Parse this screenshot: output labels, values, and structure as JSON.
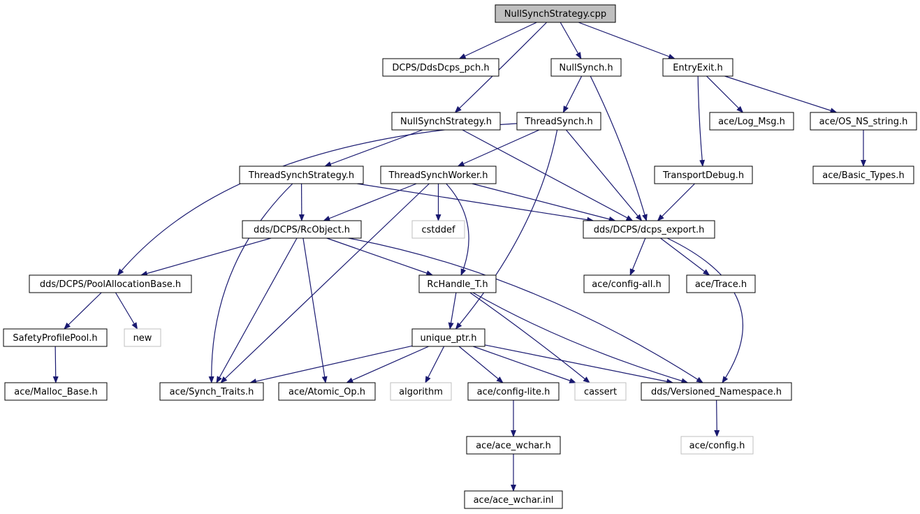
{
  "colors": {
    "edge": "#191970",
    "node_border": "#000000",
    "node_border_external": "#bfbfbf",
    "root_fill": "#bfbfbf",
    "node_fill": "#ffffff",
    "text": "#000000"
  },
  "nodes": [
    {
      "id": "root",
      "label": "NullSynchStrategy.cpp",
      "kind": "root"
    },
    {
      "id": "pch",
      "label": "DCPS/DdsDcps_pch.h",
      "kind": "file"
    },
    {
      "id": "nullsynch",
      "label": "NullSynch.h",
      "kind": "file"
    },
    {
      "id": "entryexit",
      "label": "EntryExit.h",
      "kind": "file"
    },
    {
      "id": "nullsynchstrategy",
      "label": "NullSynchStrategy.h",
      "kind": "file"
    },
    {
      "id": "threadsynch",
      "label": "ThreadSynch.h",
      "kind": "file"
    },
    {
      "id": "logmsg",
      "label": "ace/Log_Msg.h",
      "kind": "file"
    },
    {
      "id": "osnsstring",
      "label": "ace/OS_NS_string.h",
      "kind": "file"
    },
    {
      "id": "threadsynchstrategy",
      "label": "ThreadSynchStrategy.h",
      "kind": "file"
    },
    {
      "id": "threadsynchworker",
      "label": "ThreadSynchWorker.h",
      "kind": "file"
    },
    {
      "id": "transportdebug",
      "label": "TransportDebug.h",
      "kind": "file"
    },
    {
      "id": "basictypes",
      "label": "ace/Basic_Types.h",
      "kind": "file"
    },
    {
      "id": "rcobject",
      "label": "dds/DCPS/RcObject.h",
      "kind": "file"
    },
    {
      "id": "cstddef",
      "label": "cstddef",
      "kind": "external"
    },
    {
      "id": "dcpsexport",
      "label": "dds/DCPS/dcps_export.h",
      "kind": "file"
    },
    {
      "id": "poolalloc",
      "label": "dds/DCPS/PoolAllocationBase.h",
      "kind": "file"
    },
    {
      "id": "rchandle",
      "label": "RcHandle_T.h",
      "kind": "file"
    },
    {
      "id": "configall",
      "label": "ace/config-all.h",
      "kind": "file"
    },
    {
      "id": "trace",
      "label": "ace/Trace.h",
      "kind": "file"
    },
    {
      "id": "safetypool",
      "label": "SafetyProfilePool.h",
      "kind": "file"
    },
    {
      "id": "new",
      "label": "new",
      "kind": "external"
    },
    {
      "id": "uniqueptr",
      "label": "unique_ptr.h",
      "kind": "file"
    },
    {
      "id": "mallocbase",
      "label": "ace/Malloc_Base.h",
      "kind": "file"
    },
    {
      "id": "synchtraits",
      "label": "ace/Synch_Traits.h",
      "kind": "file"
    },
    {
      "id": "atomicop",
      "label": "ace/Atomic_Op.h",
      "kind": "file"
    },
    {
      "id": "algorithm",
      "label": "algorithm",
      "kind": "external"
    },
    {
      "id": "configlite",
      "label": "ace/config-lite.h",
      "kind": "file"
    },
    {
      "id": "cassert",
      "label": "cassert",
      "kind": "external"
    },
    {
      "id": "versioned",
      "label": "dds/Versioned_Namespace.h",
      "kind": "file"
    },
    {
      "id": "acewchar",
      "label": "ace/ace_wchar.h",
      "kind": "file"
    },
    {
      "id": "aceconfig",
      "label": "ace/config.h",
      "kind": "external"
    },
    {
      "id": "acewcharinl",
      "label": "ace/ace_wchar.inl",
      "kind": "file"
    }
  ],
  "edges": [
    {
      "from": "root",
      "to": "pch"
    },
    {
      "from": "root",
      "to": "nullsynchstrategy"
    },
    {
      "from": "root",
      "to": "nullsynch"
    },
    {
      "from": "root",
      "to": "entryexit"
    },
    {
      "from": "nullsynch",
      "to": "threadsynch"
    },
    {
      "from": "nullsynch",
      "to": "dcpsexport"
    },
    {
      "from": "entryexit",
      "to": "transportdebug"
    },
    {
      "from": "entryexit",
      "to": "logmsg"
    },
    {
      "from": "entryexit",
      "to": "osnsstring"
    },
    {
      "from": "osnsstring",
      "to": "basictypes"
    },
    {
      "from": "transportdebug",
      "to": "dcpsexport"
    },
    {
      "from": "nullsynchstrategy",
      "to": "threadsynchstrategy"
    },
    {
      "from": "nullsynchstrategy",
      "to": "dcpsexport"
    },
    {
      "from": "threadsynch",
      "to": "poolalloc"
    },
    {
      "from": "threadsynch",
      "to": "threadsynchworker"
    },
    {
      "from": "threadsynch",
      "to": "dcpsexport"
    },
    {
      "from": "threadsynch",
      "to": "uniqueptr"
    },
    {
      "from": "threadsynchstrategy",
      "to": "rcobject"
    },
    {
      "from": "threadsynchstrategy",
      "to": "dcpsexport"
    },
    {
      "from": "threadsynchstrategy",
      "to": "synchtraits"
    },
    {
      "from": "threadsynchworker",
      "to": "rcobject"
    },
    {
      "from": "threadsynchworker",
      "to": "cstddef"
    },
    {
      "from": "threadsynchworker",
      "to": "dcpsexport"
    },
    {
      "from": "threadsynchworker",
      "to": "rchandle"
    },
    {
      "from": "threadsynchworker",
      "to": "synchtraits"
    },
    {
      "from": "rcobject",
      "to": "poolalloc"
    },
    {
      "from": "rcobject",
      "to": "rchandle"
    },
    {
      "from": "rcobject",
      "to": "synchtraits"
    },
    {
      "from": "rcobject",
      "to": "atomicop"
    },
    {
      "from": "rcobject",
      "to": "versioned"
    },
    {
      "from": "dcpsexport",
      "to": "configall"
    },
    {
      "from": "dcpsexport",
      "to": "trace"
    },
    {
      "from": "dcpsexport",
      "to": "versioned"
    },
    {
      "from": "poolalloc",
      "to": "safetypool"
    },
    {
      "from": "poolalloc",
      "to": "new"
    },
    {
      "from": "safetypool",
      "to": "mallocbase"
    },
    {
      "from": "rchandle",
      "to": "uniqueptr"
    },
    {
      "from": "rchandle",
      "to": "cassert"
    },
    {
      "from": "rchandle",
      "to": "versioned"
    },
    {
      "from": "uniqueptr",
      "to": "synchtraits"
    },
    {
      "from": "uniqueptr",
      "to": "atomicop"
    },
    {
      "from": "uniqueptr",
      "to": "algorithm"
    },
    {
      "from": "uniqueptr",
      "to": "configlite"
    },
    {
      "from": "uniqueptr",
      "to": "cassert"
    },
    {
      "from": "uniqueptr",
      "to": "versioned"
    },
    {
      "from": "configlite",
      "to": "acewchar"
    },
    {
      "from": "acewchar",
      "to": "acewcharinl"
    },
    {
      "from": "versioned",
      "to": "aceconfig"
    }
  ]
}
